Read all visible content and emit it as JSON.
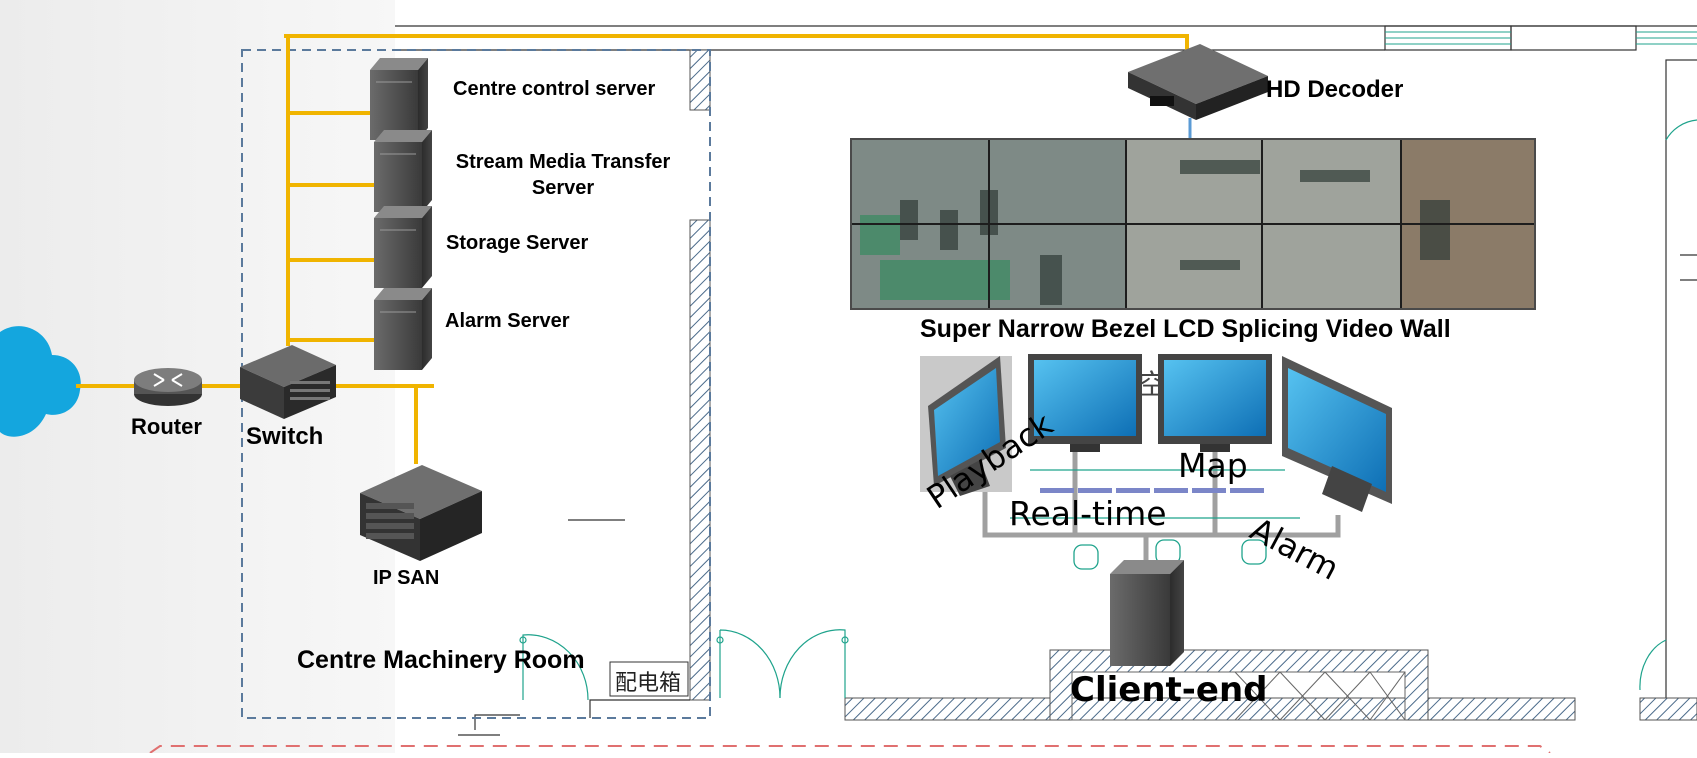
{
  "diagram": {
    "nodes": {
      "centre_control_server": "Centre control server",
      "stream_media_transfer_server": "Stream Media Transfer Server",
      "storage_server": "Storage Server",
      "alarm_server": "Alarm Server",
      "router": "Router",
      "switch": "Switch",
      "ip_san": "IP SAN",
      "hd_decoder": "HD Decoder",
      "video_wall": "Super Narrow Bezel LCD Splicing Video Wall",
      "client_end": "Client-end"
    },
    "areas": {
      "machinery_room": "Centre Machinery Room",
      "distribution_box": "配电箱"
    },
    "monitor_labels": {
      "playback": "Playback",
      "map": "Map",
      "real_time": "Real-time",
      "alarm": "Alarm"
    },
    "colors": {
      "network_cable": "#F0B400",
      "cloud": "#14A6DE",
      "room_border": "#5B7A9C",
      "floorplan_line": "#1FA38C",
      "hatch": "#4A6A8A",
      "alert_dashed": "#E07070"
    }
  }
}
